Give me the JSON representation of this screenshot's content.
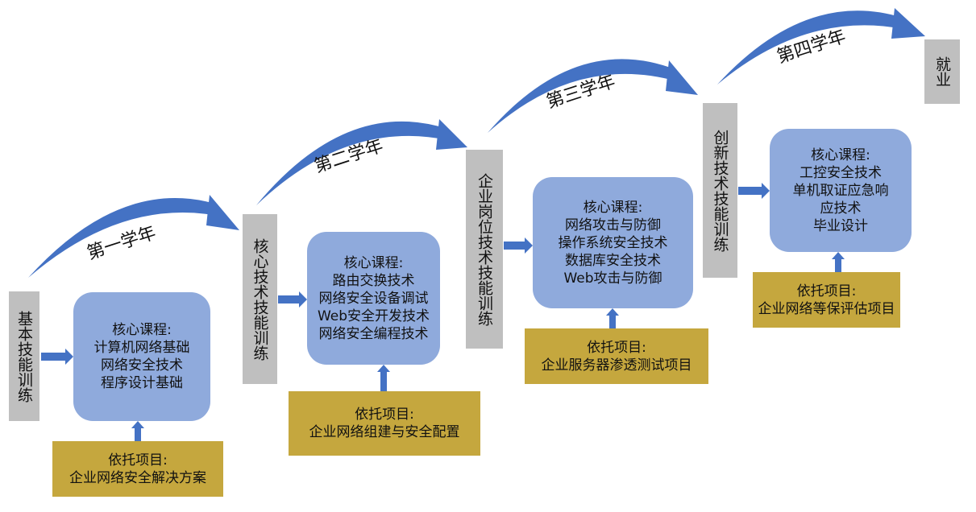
{
  "stages": [
    {
      "year": "第一学年",
      "training": "基本技能训练",
      "core_title": "核心课程:",
      "courses": [
        "计算机网络基础",
        "网络安全技术",
        "程序设计基础"
      ],
      "project_title": "依托项目:",
      "project": "企业网络安全解决方案"
    },
    {
      "year": "第二学年",
      "training": "核心技术技能训练",
      "core_title": "核心课程:",
      "courses": [
        "路由交换技术",
        "网络安全设备调试",
        "Web安全开发技术",
        "网络安全编程技术"
      ],
      "project_title": "依托项目:",
      "project": "企业网络组建与安全配置"
    },
    {
      "year": "第三学年",
      "training": "企业岗位技术技能训练",
      "core_title": "核心课程:",
      "courses": [
        "网络攻击与防御",
        "操作系统安全技术",
        "数据库安全技术",
        "Web攻击与防御"
      ],
      "project_title": "依托项目:",
      "project": "企业服务器渗透测试项目"
    },
    {
      "year": "第四学年",
      "training": "创新技术技能训练",
      "core_title": "核心课程:",
      "courses": [
        "工控安全技术",
        "单机取证应急响",
        "应技术",
        "毕业设计"
      ],
      "project_title": "依托项目:",
      "project": "企业网络等保评估项目"
    }
  ],
  "final": "就业",
  "colors": {
    "grey": "#bfbfbf",
    "core": "#8faadc",
    "project": "#c5a73e",
    "arrow": "#4472c4"
  }
}
